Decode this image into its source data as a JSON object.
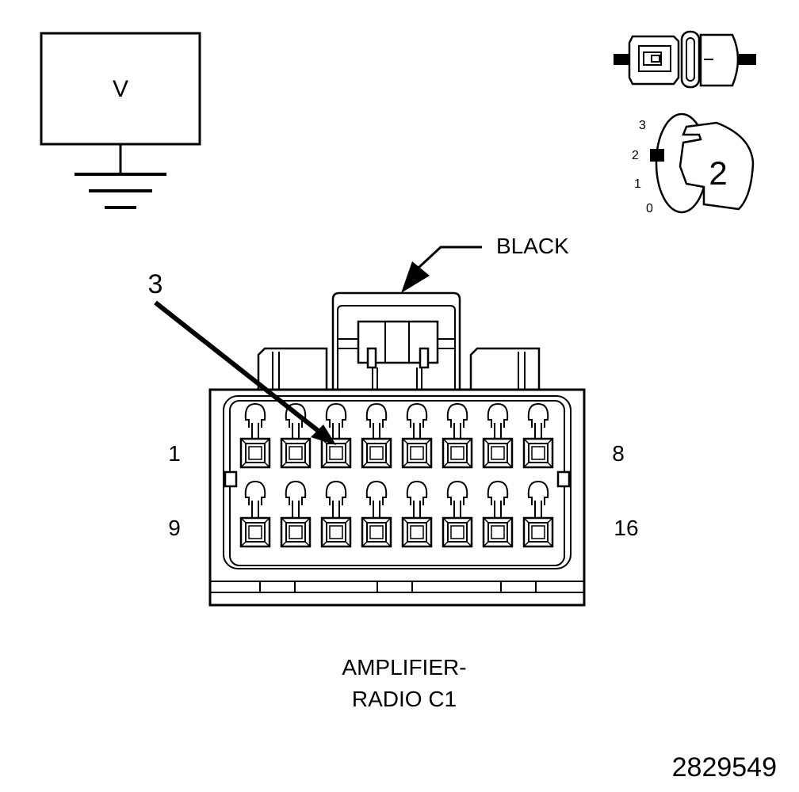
{
  "voltmeter": {
    "symbol": "V"
  },
  "key_switch": {
    "positions": [
      "3",
      "2",
      "1",
      "0"
    ],
    "selected": "2"
  },
  "connector": {
    "color_label": "BLACK",
    "callout_pin": "3",
    "row1_left": "1",
    "row1_right": "8",
    "row2_left": "9",
    "row2_right": "16",
    "pins_per_row": 8,
    "rows": 2,
    "highlighted_pin": 3
  },
  "caption": {
    "line1": "AMPLIFIER-",
    "line2": "RADIO C1"
  },
  "figure_number": "2829549"
}
